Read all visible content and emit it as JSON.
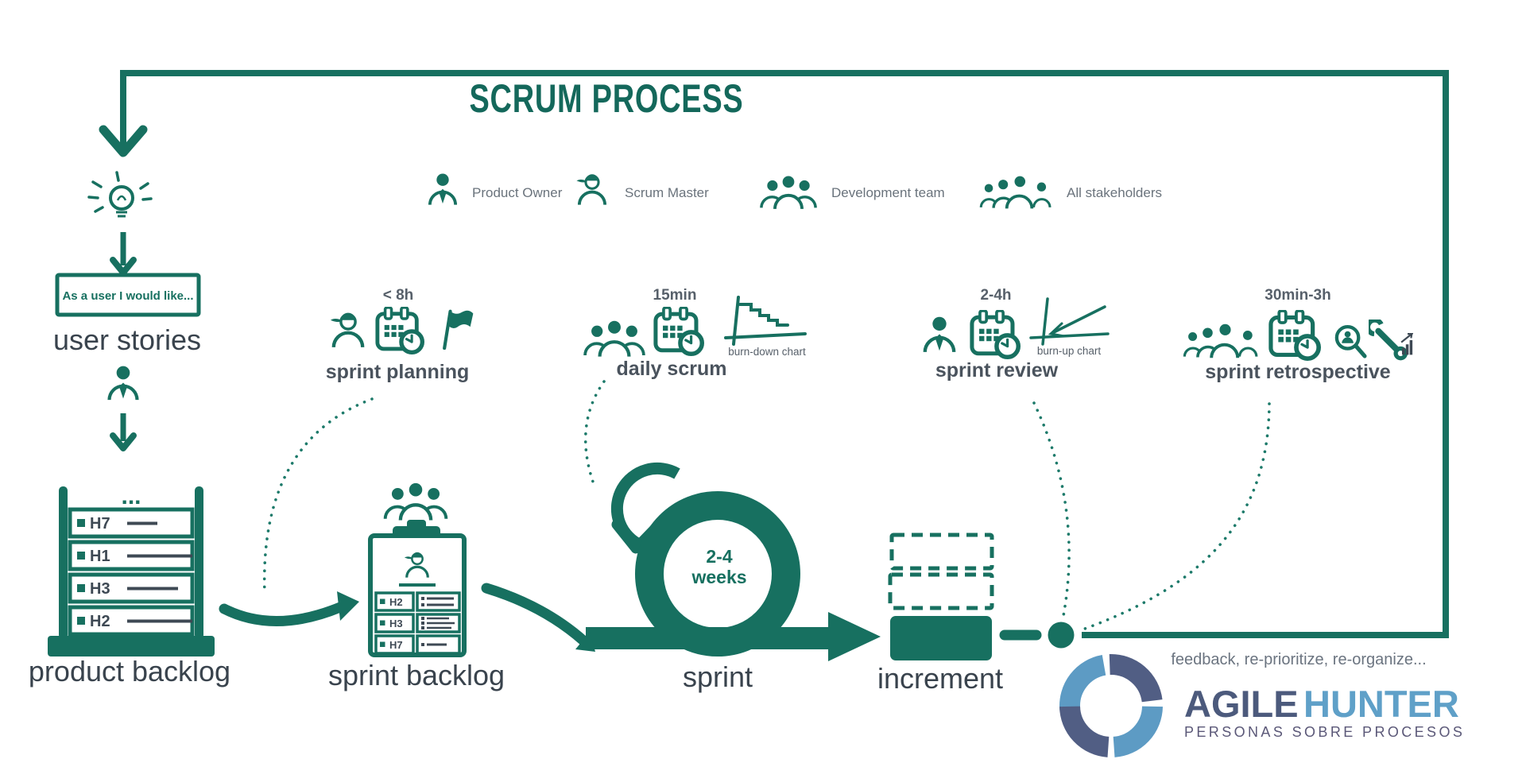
{
  "title": "SCRUM PROCESS",
  "legend": {
    "product_owner": "Product Owner",
    "scrum_master": "Scrum Master",
    "development_team": "Development team",
    "all_stakeholders": "All stakeholders"
  },
  "idea_flow": {
    "card_text": "As a user I would like...",
    "user_stories_label": "user stories"
  },
  "product_backlog": {
    "label": "product backlog",
    "ellipsis": "...",
    "rows": [
      "H7",
      "H1",
      "H3",
      "H2"
    ]
  },
  "ceremonies": {
    "sprint_planning": {
      "duration": "< 8h",
      "label": "sprint planning"
    },
    "daily_scrum": {
      "duration": "15min",
      "label": "daily scrum",
      "chart_label": "burn-down chart"
    },
    "sprint_review": {
      "duration": "2-4h",
      "label": "sprint review",
      "chart_label": "burn-up chart"
    },
    "sprint_retrospective": {
      "duration": "30min-3h",
      "label": "sprint retrospective"
    }
  },
  "sprint_backlog": {
    "label": "sprint backlog",
    "rows": [
      "H2",
      "H3",
      "H7"
    ]
  },
  "sprint": {
    "label": "sprint",
    "duration_top": "2-4",
    "duration_bottom": "weeks"
  },
  "increment": {
    "label": "increment"
  },
  "feedback_note": "feedback, re-prioritize, re-organize...",
  "logo": {
    "word1": "AGILE",
    "word2": "HUNTER",
    "tagline": "PERSONAS SOBRE PROCESOS"
  },
  "colors": {
    "teal": "#177060",
    "title": "#14685B",
    "label_dark": "#39434D",
    "stage_label": "#4A535D",
    "logo_dark_blue": "#515E84",
    "logo_light_blue": "#5D9BC4",
    "logo_agile": "#4C5A7C",
    "logo_hunter": "#5FA0C8"
  }
}
